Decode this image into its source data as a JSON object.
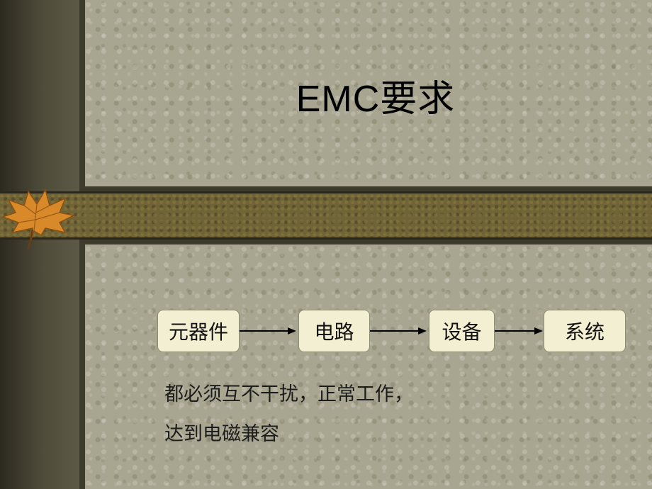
{
  "slide": {
    "title": "EMC要求",
    "chain": [
      "元器件",
      "电路",
      "设备",
      "系统"
    ],
    "text": [
      "都必须互不干扰，正常工作，",
      "达到电磁兼容"
    ]
  },
  "icons": {
    "decoration": "maple-leaf-icon"
  },
  "colors": {
    "panel": "#a8a590",
    "band": "#6f6437",
    "left_bar": "#3d3b2c",
    "box_fill": "#f3efd3"
  }
}
